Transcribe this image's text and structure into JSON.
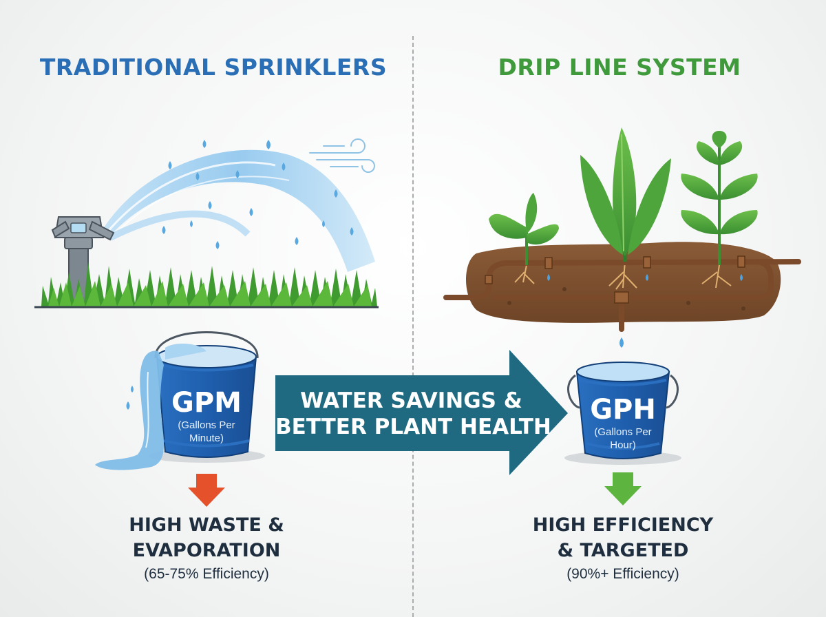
{
  "left_panel": {
    "heading": "TRADITIONAL SPRINKLERS",
    "bucket_title": "GPM",
    "bucket_subtitle_line1": "(Gallons Per",
    "bucket_subtitle_line2": "Minute)",
    "result_line1": "HIGH WASTE &",
    "result_line2": "EVAPORATION",
    "result_detail": "(65-75% Efficiency)"
  },
  "right_panel": {
    "heading": "DRIP LINE SYSTEM",
    "bucket_title": "GPH",
    "bucket_subtitle_line1": "(Gallons Per",
    "bucket_subtitle_line2": "Hour)",
    "result_line1": "HIGH EFFICIENCY",
    "result_line2": "& TARGETED",
    "result_detail": "(90%+ Efficiency)"
  },
  "center_arrow": {
    "line1": "WATER SAVINGS &",
    "line2": "BETTER PLANT HEALTH"
  },
  "colors": {
    "left_heading": "#2a6fb5",
    "right_heading": "#3f9a3c",
    "arrow": "#1f6a80",
    "bucket": "#1f5fae",
    "waste_arrow": "#e5512b",
    "efficiency_arrow": "#5db43f"
  }
}
